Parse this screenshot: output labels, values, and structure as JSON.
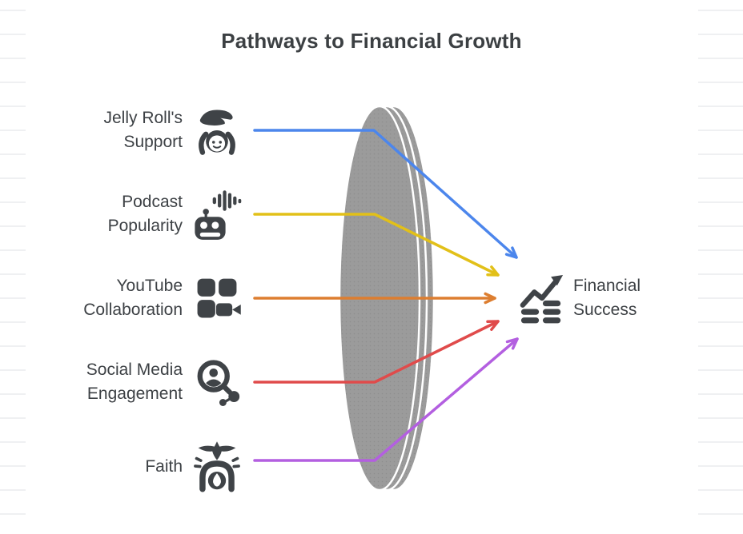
{
  "title": "Pathways to Financial Growth",
  "source_nodes": [
    {
      "label_lines": [
        "Jelly Roll's",
        "Support"
      ],
      "icon": "helping-hand-child-icon",
      "arrow_color": "#4c86ec"
    },
    {
      "label_lines": [
        "Podcast",
        "Popularity"
      ],
      "icon": "robot-voice-icon",
      "arrow_color": "#e2c018"
    },
    {
      "label_lines": [
        "YouTube",
        "Collaboration"
      ],
      "icon": "video-grid-icon",
      "arrow_color": "#dd7e30"
    },
    {
      "label_lines": [
        "Social Media",
        "Engagement"
      ],
      "icon": "social-search-icon",
      "arrow_color": "#e04b4b"
    },
    {
      "label_lines": [
        "Faith"
      ],
      "icon": "dove-prayer-icon",
      "arrow_color": "#b35fe0"
    }
  ],
  "target_node": {
    "label_lines": [
      "Financial",
      "Success"
    ],
    "icon": "growth-chart-icon"
  },
  "lens": {
    "color": "#9b9b9b",
    "dot_color": "#8d8d8d",
    "edge_color": "#ffffff"
  },
  "text_color": "#3d4145",
  "icon_color": "#3f4347"
}
